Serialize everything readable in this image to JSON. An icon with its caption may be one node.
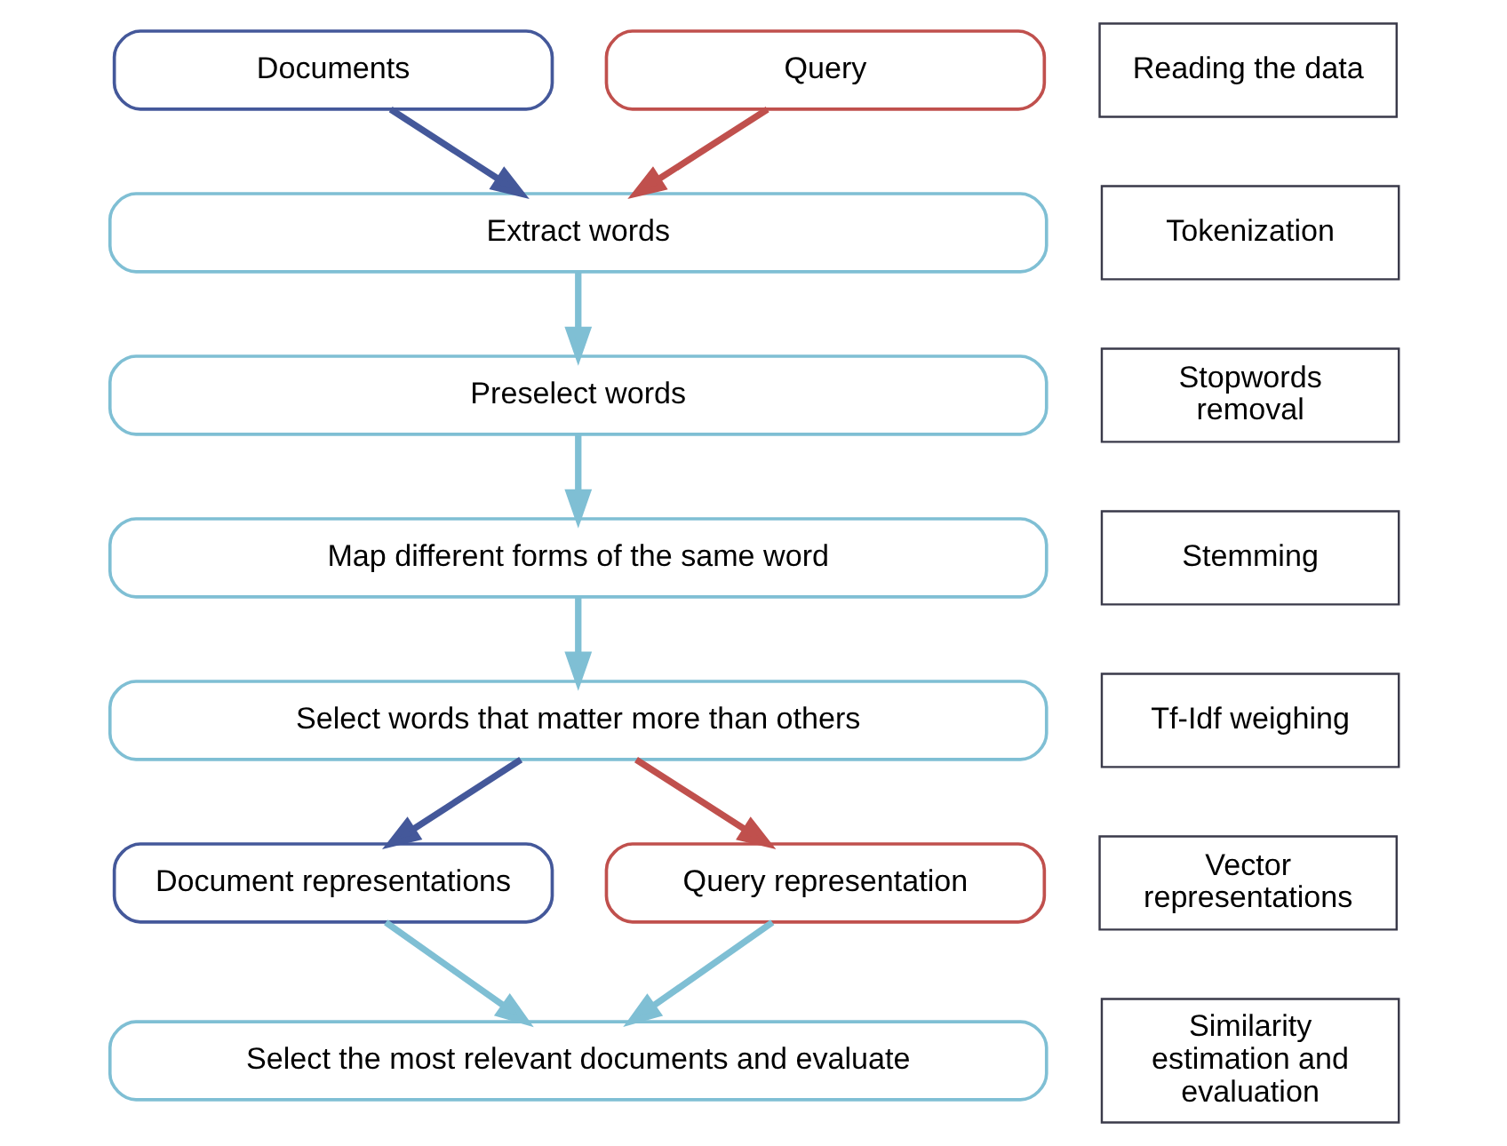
{
  "diagram": {
    "nodes": [
      {
        "text": [
          "Documents"
        ]
      },
      {
        "text": [
          "Query"
        ]
      },
      {
        "text": [
          "Reading the data"
        ]
      },
      {
        "text": [
          "Extract words"
        ]
      },
      {
        "text": [
          "Tokenization"
        ]
      },
      {
        "text": [
          "Preselect words"
        ]
      },
      {
        "text": [
          "Stopwords removal"
        ]
      },
      {
        "text": [
          "Map different forms of the same word"
        ]
      },
      {
        "text": [
          "Stemming"
        ]
      },
      {
        "text": [
          "Select words that matter more than others"
        ]
      },
      {
        "text": [
          "Tf-Idf weighing"
        ]
      },
      {
        "text": [
          "Document representations"
        ]
      },
      {
        "text": [
          "Query representation"
        ]
      },
      {
        "text": [
          "Vector representations"
        ]
      },
      {
        "text": [
          "Select the most relevant documents and evaluate"
        ]
      },
      {
        "text": [
          "Similarity estimation and evaluation"
        ]
      }
    ],
    "edges": [
      {
        "from": 0,
        "to": 3,
        "arrow": "to",
        "color": "#44589a"
      },
      {
        "from": 1,
        "to": 3,
        "arrow": "to",
        "color": "#c0504d"
      },
      {
        "from": 3,
        "to": 5,
        "arrow": "to"
      },
      {
        "from": 5,
        "to": 7,
        "arrow": "to"
      },
      {
        "from": 7,
        "to": 9,
        "arrow": "to"
      },
      {
        "from": 9,
        "to": 11,
        "arrow": "to",
        "color": "#44589a"
      },
      {
        "from": 9,
        "to": 12,
        "arrow": "to",
        "color": "#c0504d"
      },
      {
        "from": 11,
        "to": 14,
        "arrow": "to"
      },
      {
        "from": 12,
        "to": 14,
        "arrow": "to"
      }
    ]
  }
}
